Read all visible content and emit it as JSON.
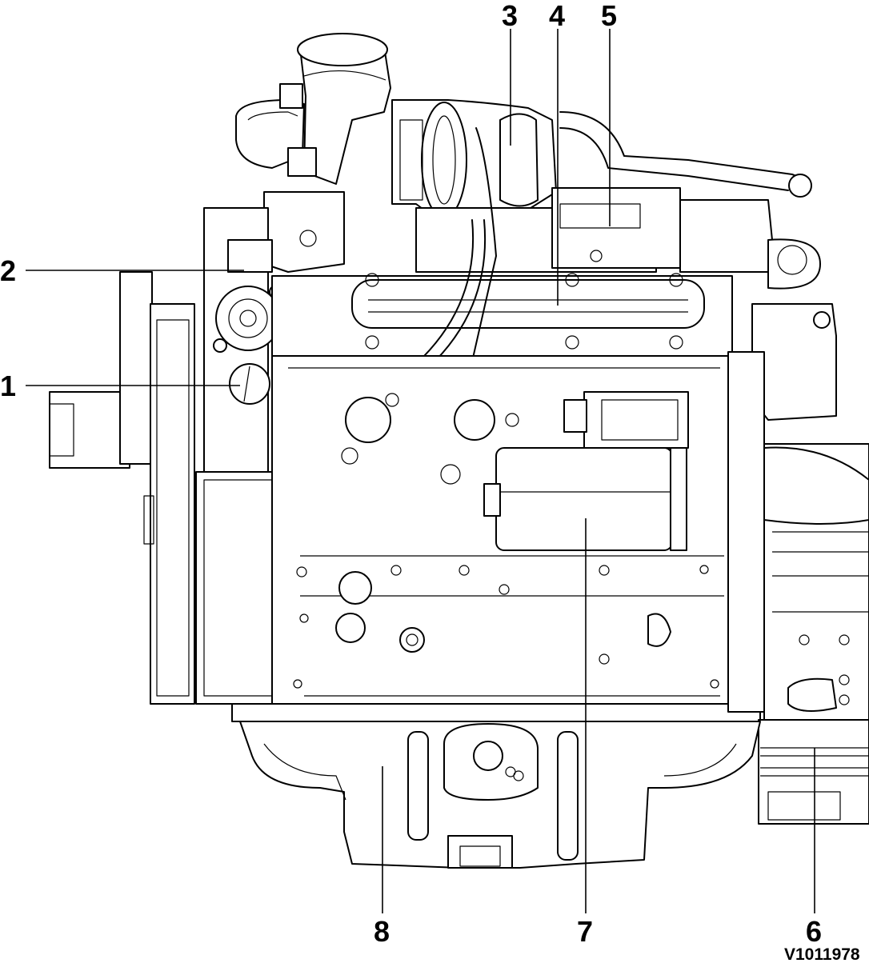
{
  "diagram": {
    "reference_code": "V1011978",
    "callouts": [
      {
        "id": "1",
        "label": "1"
      },
      {
        "id": "2",
        "label": "2"
      },
      {
        "id": "3",
        "label": "3"
      },
      {
        "id": "4",
        "label": "4"
      },
      {
        "id": "5",
        "label": "5"
      },
      {
        "id": "6",
        "label": "6"
      },
      {
        "id": "7",
        "label": "7"
      },
      {
        "id": "8",
        "label": "8"
      }
    ],
    "colors": {
      "line": "#000000",
      "background": "#ffffff"
    }
  }
}
